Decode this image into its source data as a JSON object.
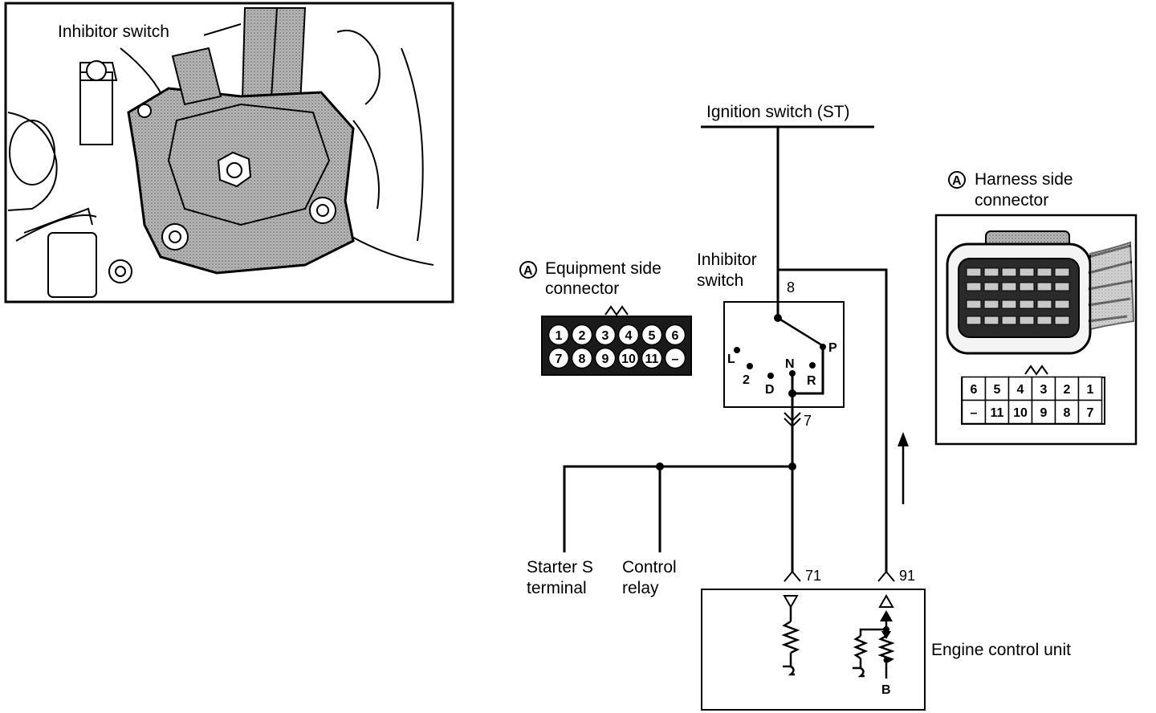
{
  "photo": {
    "caption": "Inhibitor switch"
  },
  "ignition": {
    "label": "Ignition switch (ST)"
  },
  "inhibitor": {
    "label_line1": "Inhibitor",
    "label_line2": "switch",
    "terminal_top": "8",
    "terminal_bottom": "7",
    "positions": {
      "P": "P",
      "R": "R",
      "N": "N",
      "D": "D",
      "two": "2",
      "L": "L"
    }
  },
  "equipment_connector": {
    "marker": "A",
    "title_line1": "Equipment side",
    "title_line2": "connector",
    "row1": [
      "1",
      "2",
      "3",
      "4",
      "5",
      "6"
    ],
    "row2": [
      "7",
      "8",
      "9",
      "10",
      "11",
      "–"
    ]
  },
  "harness_connector": {
    "marker": "A",
    "title_line1": "Harness side",
    "title_line2": "connector",
    "row1": [
      "6",
      "5",
      "4",
      "3",
      "2",
      "1"
    ],
    "row2": [
      "–",
      "11",
      "10",
      "9",
      "8",
      "7"
    ]
  },
  "starter": {
    "line1": "Starter S",
    "line2": "terminal"
  },
  "relay": {
    "line1": "Control",
    "line2": "relay"
  },
  "ecu": {
    "label": "Engine control unit",
    "terminal_a": "71",
    "terminal_b": "91",
    "b_marker": "B"
  },
  "colors": {
    "ink": "#000000",
    "paper": "#ffffff",
    "photo_shade": "#8a8a8a"
  }
}
